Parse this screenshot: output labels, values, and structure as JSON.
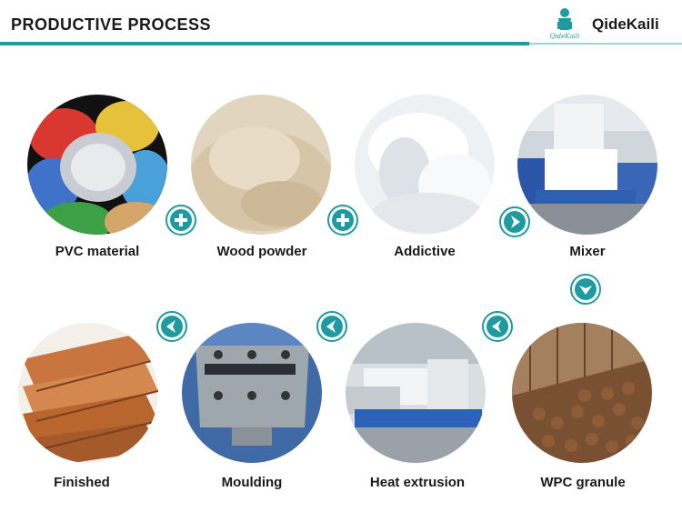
{
  "header": {
    "title": "PRODUCTIVE PROCESS",
    "brand": "QideKaili",
    "logo_text": "QideKaili",
    "accent_color": "#1f9aa1"
  },
  "steps": [
    {
      "label": "PVC material",
      "icon": "pvc-granules-image"
    },
    {
      "label": "Wood powder",
      "icon": "wood-powder-image"
    },
    {
      "label": "Addictive",
      "icon": "additive-powder-image"
    },
    {
      "label": "Mixer",
      "icon": "mixer-machine-image"
    },
    {
      "label": "WPC granule",
      "icon": "wpc-granule-image"
    },
    {
      "label": "Heat extrusion",
      "icon": "extrusion-machine-image"
    },
    {
      "label": "Moulding",
      "icon": "mould-die-image"
    },
    {
      "label": "Finished",
      "icon": "finished-boards-image"
    }
  ],
  "operators": [
    {
      "icon": "plus-icon"
    },
    {
      "icon": "plus-icon"
    },
    {
      "icon": "arrow-right-icon"
    },
    {
      "icon": "arrow-down-icon"
    },
    {
      "icon": "arrow-left-icon"
    },
    {
      "icon": "arrow-left-icon"
    },
    {
      "icon": "arrow-left-icon"
    }
  ]
}
